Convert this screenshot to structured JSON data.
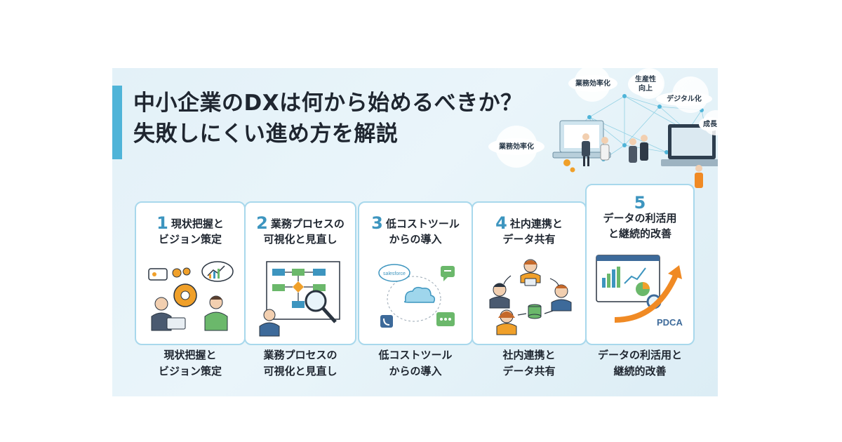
{
  "title": {
    "line1": "中小企業のDXは何から始めるべきか？",
    "line2": "失敗しにくい進め方を解説"
  },
  "bubbles": [
    "業務効率化",
    "生産性\n向上",
    "デジタル化",
    "成長",
    "業務効率化"
  ],
  "steps": [
    {
      "number": "1",
      "title": "現状把握と\nビジョン策定",
      "caption": "現状把握と\nビジョン策定"
    },
    {
      "number": "2",
      "title": "業務プロセスの\n可視化と見直し",
      "caption": "業務プロセスの\n可視化と見直し"
    },
    {
      "number": "3",
      "title": "低コストツール\nからの導入",
      "caption": "低コストツール\nからの導入"
    },
    {
      "number": "4",
      "title": "社内連携と\nデータ共有",
      "caption": "社内連携と\nデータ共有"
    },
    {
      "number": "5",
      "title": "データの利活用\nと継続的改善",
      "caption": "データの利活用と\n継続的改善"
    }
  ],
  "salesforce_label": "salesforce",
  "pdca_label": "PDCA",
  "colors": {
    "accent": "#4fb4d8",
    "number": "#3d95bf",
    "orange": "#f08a24",
    "background": "#e3f1f8"
  }
}
